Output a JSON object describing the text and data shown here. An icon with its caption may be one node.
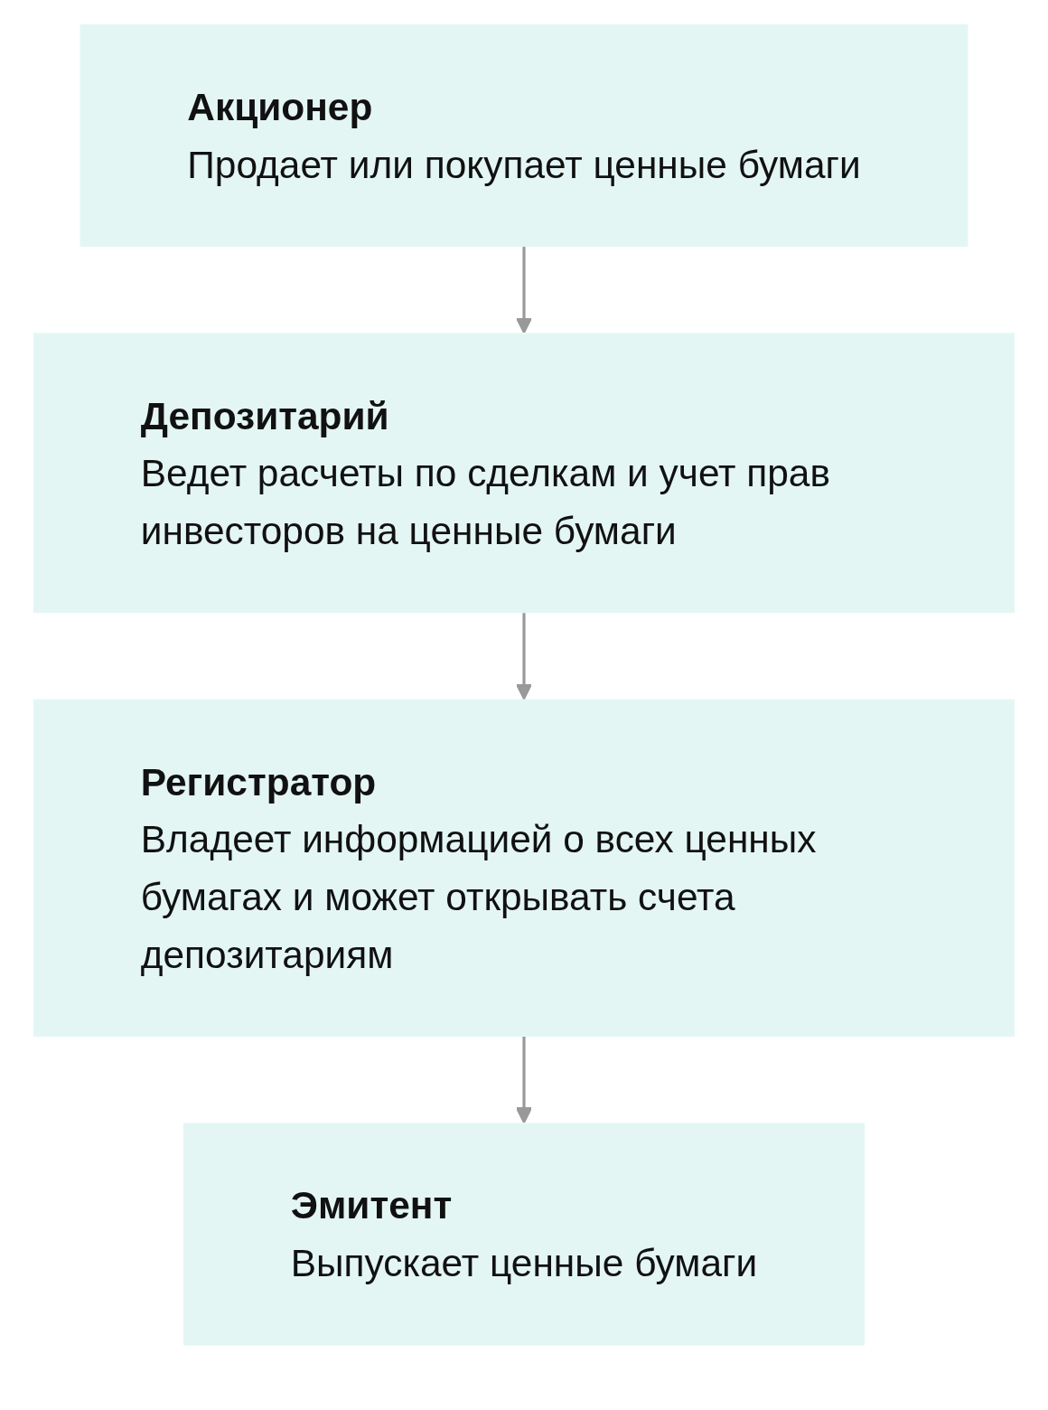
{
  "diagram": {
    "nodes": [
      {
        "text": [
          "Акционер",
          "Продает или покупает ценные бумаги"
        ]
      },
      {
        "text": [
          "Депозитарий",
          "Ведет расчеты по сделкам и учет прав инвесторов на ценные бумаги"
        ]
      },
      {
        "text": [
          "Регистратор",
          "Владеет информацией о всех ценных бумагах и может открывать счета депозитариям"
        ]
      },
      {
        "text": [
          "Эмитент",
          "Выпускает ценные бумаги"
        ]
      }
    ],
    "edges": [
      {
        "from": 0,
        "to": 1,
        "arrow": "to"
      },
      {
        "from": 1,
        "to": 2,
        "arrow": "to"
      },
      {
        "from": 2,
        "to": 3,
        "arrow": "to"
      }
    ]
  }
}
